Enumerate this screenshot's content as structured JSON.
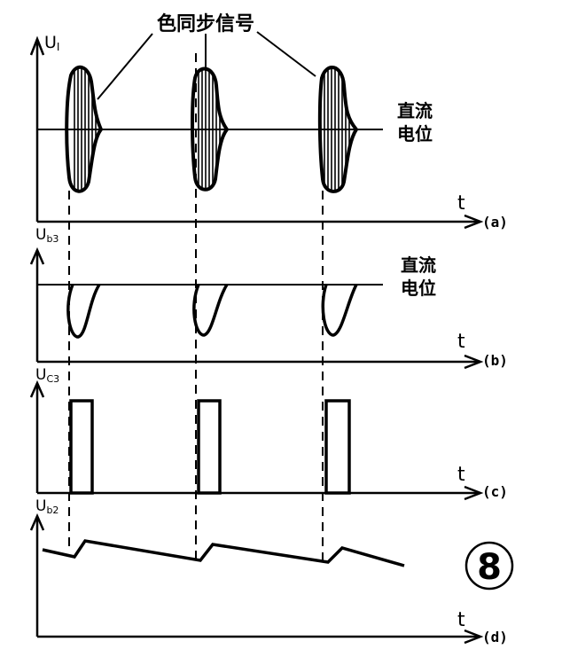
{
  "annotation": {
    "burst_label": "色同步信号",
    "dc_level_line1": "直流",
    "dc_level_line2": "电位",
    "figure_number": "8"
  },
  "panels": [
    {
      "id": "a",
      "axis_label": "U",
      "axis_sub": "I",
      "t_label": "t",
      "tag": "(a)"
    },
    {
      "id": "b",
      "axis_label": "U",
      "axis_sub": "b3",
      "t_label": "t",
      "tag": "(b)"
    },
    {
      "id": "c",
      "axis_label": "U",
      "axis_sub": "C3",
      "t_label": "t",
      "tag": "(c)"
    },
    {
      "id": "d",
      "axis_label": "U",
      "axis_sub": "b2",
      "t_label": "t",
      "tag": "(d)"
    }
  ],
  "colors": {
    "ink": "#000000",
    "paper": "#ffffff"
  }
}
